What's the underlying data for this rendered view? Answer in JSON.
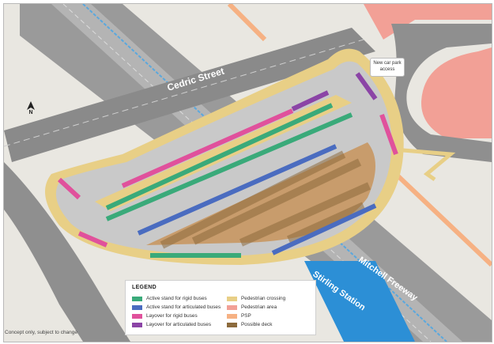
{
  "labels": {
    "street": "Cedric Street",
    "station": "Stirling Station",
    "freeway": "Mitchell Freeway",
    "callout": "New car park access",
    "north": "N",
    "note": "Concept only, subject to change"
  },
  "legend": {
    "title": "LEGEND",
    "items": [
      {
        "label": "Active stand for rigid buses",
        "color": "#3aaa7a"
      },
      {
        "label": "Active stand for articulated buses",
        "color": "#4a6cc0"
      },
      {
        "label": "Layover for rigid buses",
        "color": "#e0519c"
      },
      {
        "label": "Layover for articulated buses",
        "color": "#8b44a6"
      },
      {
        "label": "Pedestrian crossing",
        "color": "#e8cf86"
      },
      {
        "label": "Pedestrian area",
        "color": "#f2a096"
      },
      {
        "label": "PSP",
        "color": "#f6b183"
      },
      {
        "label": "Possible deck",
        "color": "#8c6a3c"
      }
    ]
  },
  "colors": {
    "road": "#8f8f8f",
    "ground": "#e9e7e1",
    "bus_lane": "#c9c9c9",
    "footpath": "#e8cf86",
    "deck": "#c89c6c",
    "station": "#2c8fd6",
    "car_park": "#f2a096",
    "psp": "#f6b183"
  }
}
